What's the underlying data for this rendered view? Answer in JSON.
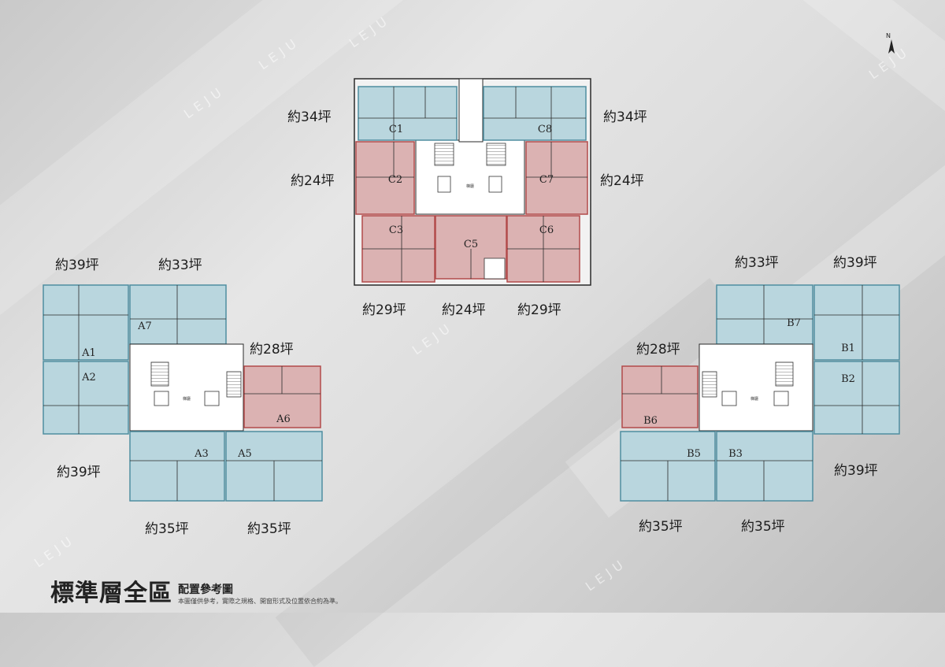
{
  "title": "標準層全區",
  "subtitle": "配置參考圖",
  "note": "本圖僅供參考，實際之規格、開窗形式及位置依合約為準。",
  "watermark": "LEJU",
  "compass": "N",
  "core_label": "梯廳",
  "colors": {
    "blue_unit": "#b9d6de",
    "blue_border": "#4f8ea0",
    "red_unit": "#dbb2b2",
    "red_border": "#b24a4a",
    "core": "#ffffff",
    "wall": "#2a2a2a"
  },
  "units": {
    "C1": "C1",
    "C2": "C2",
    "C3": "C3",
    "C5": "C5",
    "C6": "C6",
    "C7": "C7",
    "C8": "C8",
    "A1": "A1",
    "A2": "A2",
    "A3": "A3",
    "A5": "A5",
    "A6": "A6",
    "A7": "A7",
    "B1": "B1",
    "B2": "B2",
    "B3": "B3",
    "B5": "B5",
    "B6": "B6",
    "B7": "B7"
  },
  "areas": {
    "C1": "約34坪",
    "C8": "約34坪",
    "C2": "約24坪",
    "C7": "約24坪",
    "C3": "約29坪",
    "C5": "約24坪",
    "C6": "約29坪",
    "A1": "約39坪",
    "A7": "約33坪",
    "A6": "約28坪",
    "A2": "約39坪",
    "A3": "約35坪",
    "A5": "約35坪",
    "B7": "約33坪",
    "B1": "約39坪",
    "B6": "約28坪",
    "B2": "約39坪",
    "B5": "約35坪",
    "B3": "約35坪"
  }
}
